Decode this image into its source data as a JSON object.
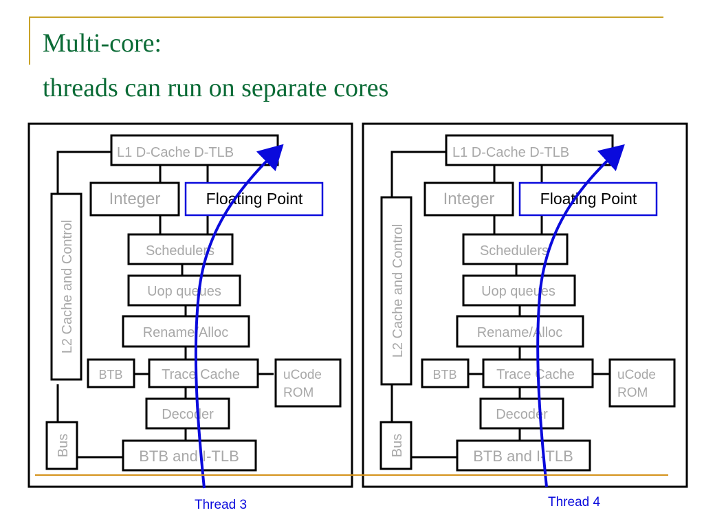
{
  "slide": {
    "title_line1": "Multi-core:",
    "title_line2": "threads can run on separate cores",
    "colors": {
      "title": "#0b6b36",
      "accent_rule": "#c9a227",
      "thread": "#0a0adc",
      "inactive_text": "#a8a8a8",
      "bottom_rule": "#d4921a"
    }
  },
  "cores": [
    {
      "name": "core-1",
      "blocks": {
        "l1": "L1 D-Cache D-TLB",
        "integer": "Integer",
        "fp": "Floating Point",
        "sched": "Schedulers",
        "uop": "Uop queues",
        "rename": "Rename/Alloc",
        "btb": "BTB",
        "trace": "Trace Cache",
        "ucode1": "uCode",
        "ucode2": "ROM",
        "decoder": "Decoder",
        "btbitlb": "BTB and I-TLB",
        "l2": "L2 Cache and Control",
        "bus": "Bus"
      },
      "active_unit": "Floating Point",
      "thread_label": "Thread 3"
    },
    {
      "name": "core-2",
      "blocks": {
        "l1": "L1 D-Cache D-TLB",
        "integer": "Integer",
        "fp": "Floating Point",
        "sched": "Schedulers",
        "uop": "Uop queues",
        "rename": "Rename/Alloc",
        "btb": "BTB",
        "trace": "Trace Cache",
        "ucode1": "uCode",
        "ucode2": "ROM",
        "decoder": "Decoder",
        "btbitlb": "BTB and I-TLB",
        "l2": "L2 Cache and Control",
        "bus": "Bus"
      },
      "active_unit": "Floating Point",
      "thread_label": "Thread 4"
    }
  ]
}
